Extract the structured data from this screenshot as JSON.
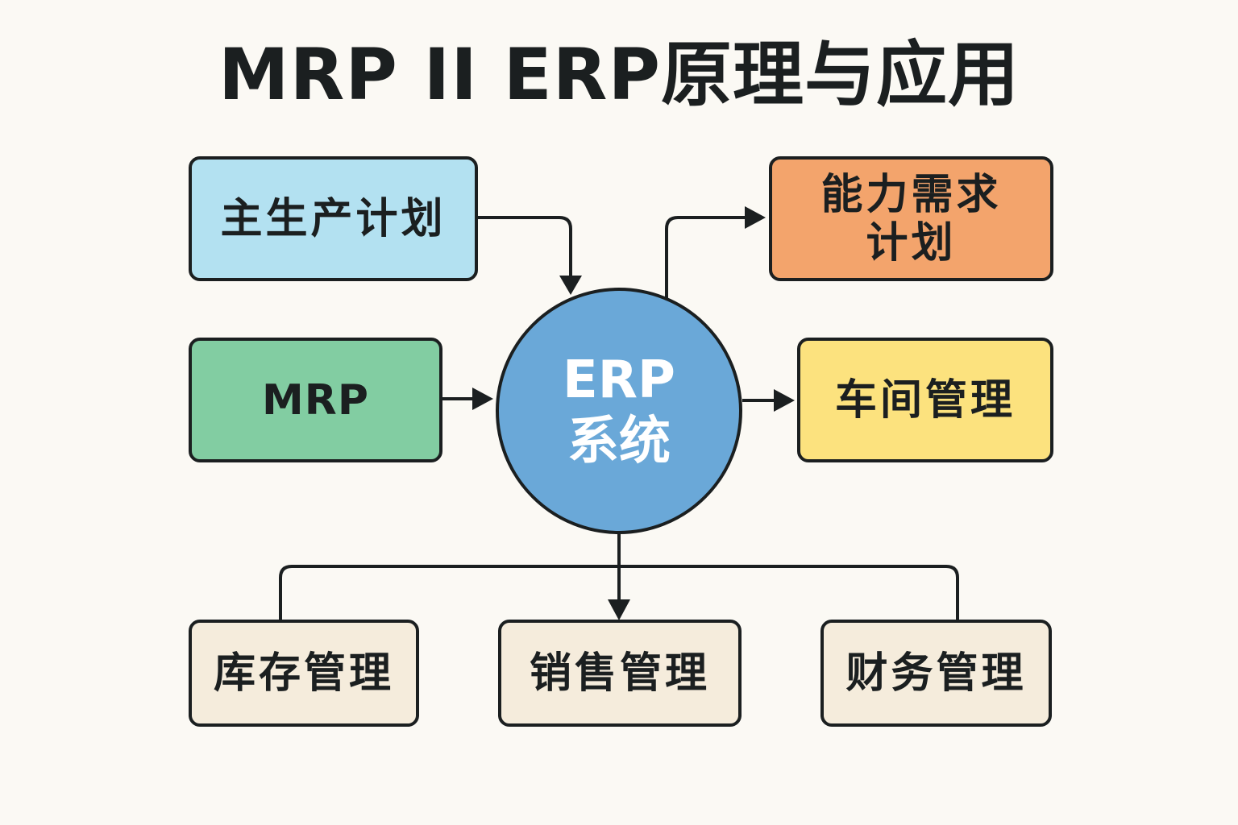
{
  "title": "MRP II ERP原理与应用",
  "center": {
    "line1": "ERP",
    "line2": "系统",
    "color": "#6aa8d8"
  },
  "inputs": [
    {
      "label": "主生产计划",
      "color": "#b3e1f1"
    },
    {
      "label": "MRP",
      "color": "#82cda2"
    }
  ],
  "outputs": [
    {
      "label_line1": "能力需求",
      "label_line2": "计划",
      "color": "#f3a46c"
    },
    {
      "label": "车间管理",
      "color": "#fce27e"
    }
  ],
  "modules": [
    {
      "label": "库存管理",
      "color": "#f5ecdc"
    },
    {
      "label": "销售管理",
      "color": "#f5ecdc"
    },
    {
      "label": "财务管理",
      "color": "#f5ecdc"
    }
  ],
  "stroke_color": "#1b1f20"
}
